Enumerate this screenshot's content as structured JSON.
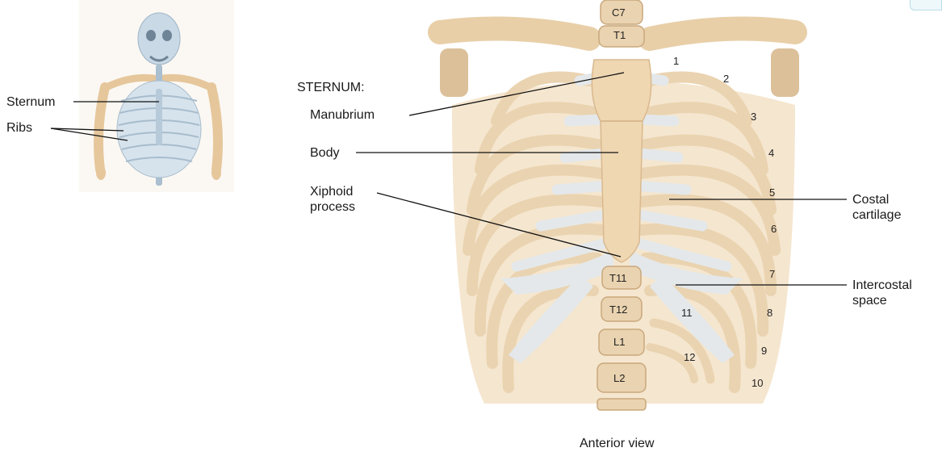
{
  "thumbnail": {
    "sternum_label": "Sternum",
    "ribs_label": "Ribs"
  },
  "labels": {
    "sternum_heading": "STERNUM:",
    "manubrium": "Manubrium",
    "body": "Body",
    "xiphoid": "Xiphoid\nprocess",
    "costal_cartilage": "Costal\ncartilage",
    "intercostal_space": "Intercostal\nspace"
  },
  "vertebrae": [
    "C7",
    "T1",
    "T11",
    "T12",
    "L1",
    "L2"
  ],
  "rib_numbers": [
    "1",
    "2",
    "3",
    "4",
    "5",
    "6",
    "7",
    "8",
    "9",
    "10",
    "11",
    "12"
  ],
  "caption": "Anterior view",
  "colors": {
    "bone": "#f0d9b8",
    "bone_shadow": "#d9b98e",
    "cartilage": "#e4e8ea",
    "thumb_skeleton": "#c9d9e6",
    "thumb_limb": "#e6c79c",
    "leader_line": "#111111"
  }
}
